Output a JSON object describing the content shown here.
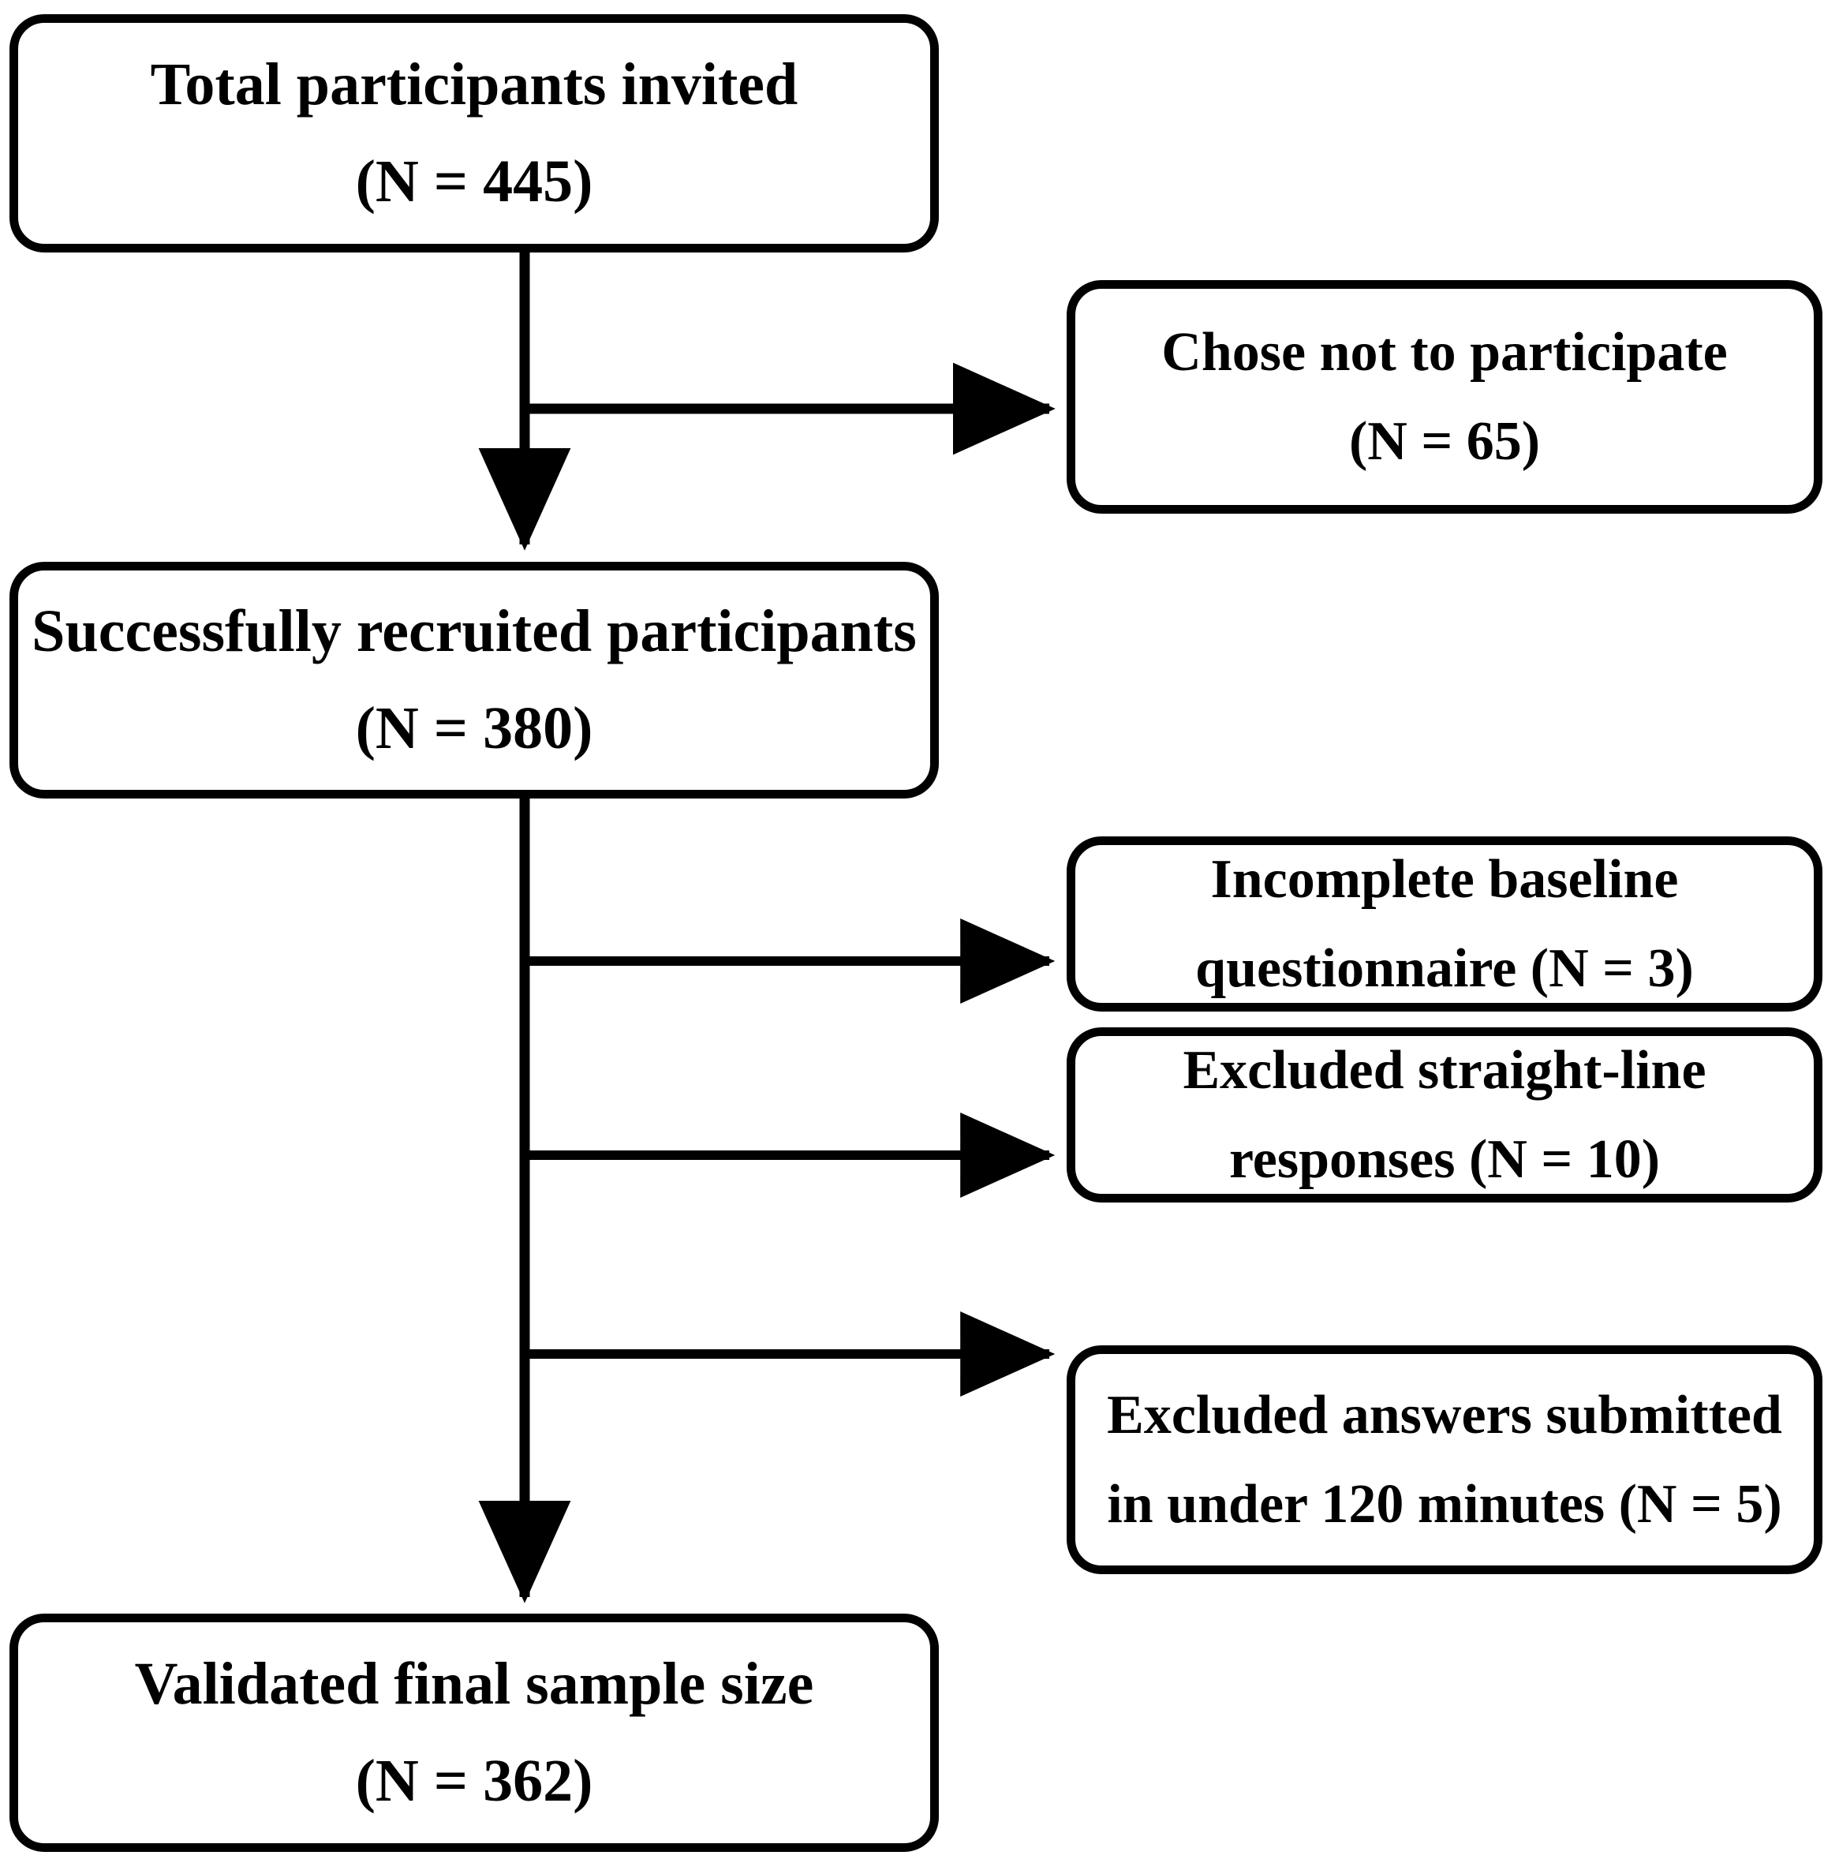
{
  "diagram": {
    "type": "participant-flow-chart",
    "stroke_color": "#000000",
    "fill_color": "#ffffff",
    "text_color": "#000000",
    "nodes": {
      "invited": {
        "line1": "Total participants invited",
        "line2": "(N = 445)",
        "count": 445
      },
      "declined": {
        "line1": "Chose not to participate",
        "line2": "(N = 65)",
        "count": 65
      },
      "recruited": {
        "line1": "Successfully recruited participants",
        "line2": "(N = 380)",
        "count": 380
      },
      "incomplete": {
        "line1": "Incomplete baseline",
        "line2": "questionnaire (N = 3)",
        "count": 3
      },
      "straight_line": {
        "line1": "Excluded straight-line",
        "line2": "responses (N = 10)",
        "count": 10
      },
      "fast_submit": {
        "line1": "Excluded answers submitted",
        "line2": "in under 120 minutes (N = 5)",
        "count": 5
      },
      "final": {
        "line1": "Validated final sample size",
        "line2": "(N = 362)",
        "count": 362
      }
    }
  }
}
